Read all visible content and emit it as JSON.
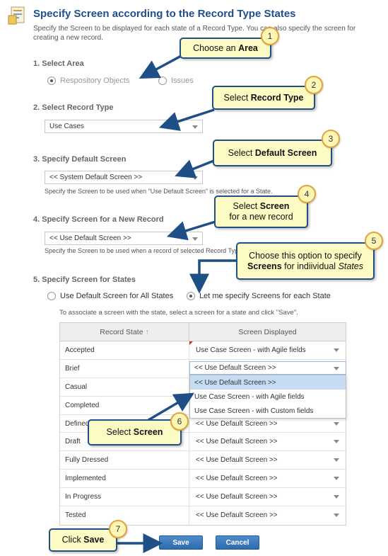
{
  "title": "Specify Screen according to the Record Type States",
  "description": "Specify the Screen to be displayed for each state of a Record Type. You can also specify the screen for creating a new record.",
  "sections": {
    "area": "1. Select Area",
    "record_type": "2. Select Record Type",
    "default_screen": "3. Specify Default Screen",
    "new_record": "4. Specify Screen for a New Record",
    "states": "5. Specify Screen for States"
  },
  "area_options": {
    "repository": "Respository Objects",
    "issues": "Issues"
  },
  "record_type_value": "Use Cases",
  "default_screen_value": "<< System Default Screen >>",
  "default_screen_help": "Specify the Screen to be used when \"Use Default Screen\" is selected for a State.",
  "new_record_value": "<< Use Default Screen >>",
  "new_record_help": "Specify the Screen to be used when a record of selected Record Type is created.",
  "states_options": {
    "default_all": "Use Default Screen for All States",
    "specify_each": "Let me specify Screens for each State"
  },
  "table_hint": "To associate a screen with the state, select a screen for a state and click \"Save\".",
  "table": {
    "col_state": "Record State",
    "col_screen": "Screen Displayed",
    "rows": [
      {
        "state": "Accepted",
        "screen": "Use Case Screen - with Agile fields"
      },
      {
        "state": "Brief",
        "screen": "<< Use Default Screen >>"
      },
      {
        "state": "Casual",
        "screen": ""
      },
      {
        "state": "Completed",
        "screen": ""
      },
      {
        "state": "Defined",
        "screen": "<< Use Default Screen >>"
      },
      {
        "state": "Draft",
        "screen": "<< Use Default Screen >>"
      },
      {
        "state": "Fully Dressed",
        "screen": "<< Use Default Screen >>"
      },
      {
        "state": "Implemented",
        "screen": "<< Use Default Screen >>"
      },
      {
        "state": "In Progress",
        "screen": "<< Use Default Screen >>"
      },
      {
        "state": "Tested",
        "screen": "<< Use Default Screen >>"
      }
    ]
  },
  "dropdown_options": [
    "<< Use Default Screen >>",
    "Use Case Screen - with Agile fields",
    "Use Case Screen - with Custom fields"
  ],
  "buttons": {
    "save": "Save",
    "cancel": "Cancel"
  },
  "callouts": {
    "c1": {
      "number": "1",
      "pre": "Choose an ",
      "bold": "Area"
    },
    "c2": {
      "number": "2",
      "pre": "Select ",
      "bold": "Record Type"
    },
    "c3": {
      "number": "3",
      "pre": "Select ",
      "bold": "Default Screen"
    },
    "c4": {
      "number": "4",
      "pre": "Select ",
      "bold": "Screen",
      "post": "for a new record"
    },
    "c5": {
      "number": "5",
      "pre": "Choose this option to specify",
      "bold": "Screens",
      "mid": " for indiividual ",
      "italic": "States"
    },
    "c6": {
      "number": "6",
      "pre": "Select ",
      "bold": "Screen"
    },
    "c7": {
      "number": "7",
      "pre": "Click ",
      "bold": "Save"
    }
  },
  "colors": {
    "title": "#1f4e8c",
    "callout_fill": "#fdfbc4",
    "callout_border": "#1e4f86",
    "arrow": "#1e4f86",
    "badge_border": "#e0a33a",
    "button": "#3a78bb"
  }
}
